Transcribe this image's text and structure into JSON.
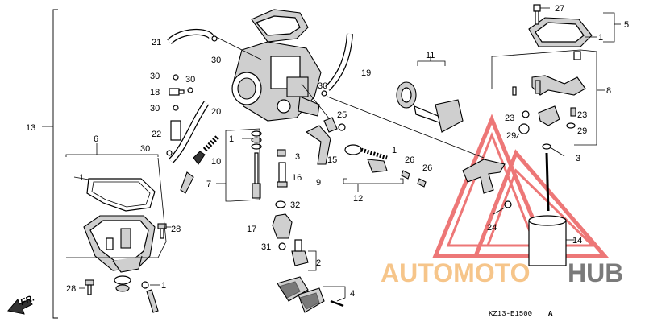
{
  "labels": {
    "l1a": "1",
    "l1b": "1",
    "l1c": "1",
    "l1d": "1",
    "l1e": "1",
    "l2": "2",
    "l3a": "3",
    "l3b": "3",
    "l4": "4",
    "l5": "5",
    "l6": "6",
    "l7": "7",
    "l8": "8",
    "l9": "9",
    "l10": "10",
    "l11": "11",
    "l12": "12",
    "l13": "13",
    "l14": "14",
    "l15": "15",
    "l16": "16",
    "l17": "17",
    "l18": "18",
    "l19": "19",
    "l20": "20",
    "l21": "21",
    "l22": "22",
    "l23a": "23",
    "l23b": "23",
    "l24": "24",
    "l25": "25",
    "l26a": "26",
    "l26b": "26",
    "l27": "27",
    "l28a": "28",
    "l28b": "28",
    "l29a": "29",
    "l29b": "29",
    "l30a": "30",
    "l30b": "30",
    "l30c": "30",
    "l30d": "30",
    "l30e": "30",
    "l30f": "30",
    "l31": "31",
    "l32": "32"
  },
  "direction": "FR.",
  "code": "KZ13-E1500",
  "code_suffix": "A",
  "watermark": {
    "auto": "AUTOMOTO",
    "hub": "HUB",
    "auto_color": "#f6c58a",
    "hub_color": "#7a7a7a",
    "triangle_color": "#e84a4a"
  }
}
